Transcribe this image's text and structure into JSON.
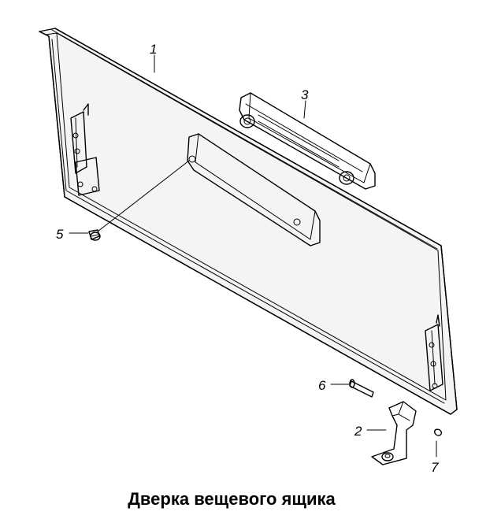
{
  "diagram": {
    "caption": "Дверка вещевого ящика",
    "callouts": [
      {
        "id": "1",
        "label": "1"
      },
      {
        "id": "2",
        "label": "2"
      },
      {
        "id": "3",
        "label": "3"
      },
      {
        "id": "5",
        "label": "5"
      },
      {
        "id": "6",
        "label": "6"
      },
      {
        "id": "7",
        "label": "7"
      }
    ]
  }
}
